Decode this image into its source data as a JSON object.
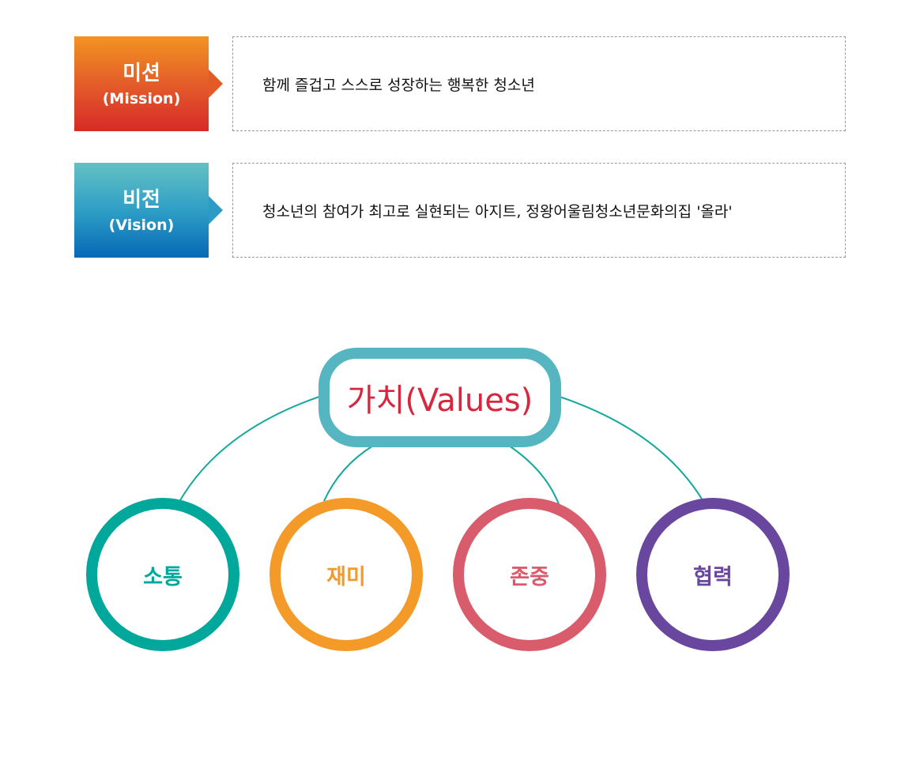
{
  "mission": {
    "title": "미션",
    "subtitle": "(Mission)",
    "text": "함께 즐겁고 스스로 성장하는 행복한 청소년"
  },
  "vision": {
    "title": "비전",
    "subtitle": "(Vision)",
    "text": "청소년의 참여가 최고로 실현되는 아지트, 정왕어울림청소년문화의집 '올라'"
  },
  "values": {
    "title": "가치(Values)",
    "items": [
      {
        "label": "소통",
        "color": "#00a79b"
      },
      {
        "label": "재미",
        "color": "#f39a28"
      },
      {
        "label": "존중",
        "color": "#d95c6c"
      },
      {
        "label": "협력",
        "color": "#6a479e"
      }
    ]
  }
}
